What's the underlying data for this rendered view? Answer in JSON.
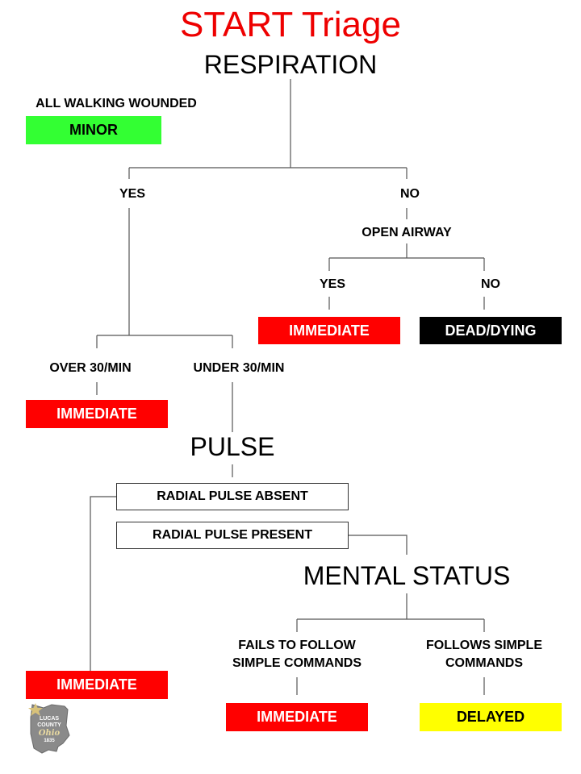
{
  "title": "START Triage",
  "respiration": {
    "heading": "RESPIRATION",
    "walking_label": "ALL WALKING WOUNDED",
    "minor_tag": "MINOR",
    "yes": "YES",
    "no": "NO",
    "open_airway": "OPEN AIRWAY",
    "airway_yes": "YES",
    "airway_no": "NO",
    "airway_yes_tag": "IMMEDIATE",
    "airway_no_tag": "DEAD/DYING",
    "over_rate": "OVER 30/MIN",
    "under_rate": "UNDER 30/MIN",
    "over_rate_tag": "IMMEDIATE"
  },
  "pulse": {
    "heading": "PULSE",
    "absent": "RADIAL PULSE ABSENT",
    "present": "RADIAL PULSE PRESENT",
    "absent_tag": "IMMEDIATE"
  },
  "mental": {
    "heading": "MENTAL STATUS",
    "fails_line1": "FAILS TO FOLLOW",
    "fails_line2": "SIMPLE COMMANDS",
    "follows_line1": "FOLLOWS SIMPLE",
    "follows_line2": "COMMANDS",
    "fails_tag": "IMMEDIATE",
    "follows_tag": "DELAYED"
  },
  "logo": {
    "line1": "LUCAS",
    "line2": "COUNTY",
    "script": "Ohio",
    "year": "1835"
  },
  "colors": {
    "title": "#ee0000",
    "minor": "#33ff33",
    "immediate": "#ff0000",
    "dead": "#000000",
    "delayed": "#ffff00"
  }
}
